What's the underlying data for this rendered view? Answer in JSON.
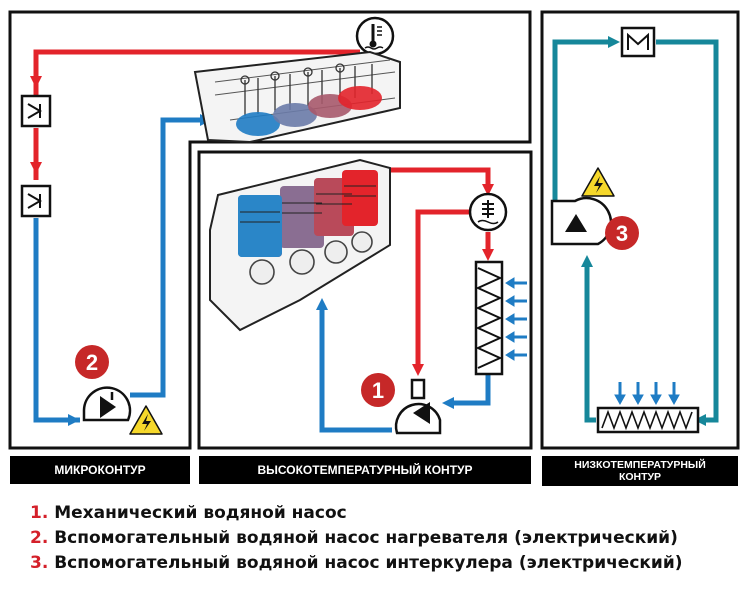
{
  "colors": {
    "hot": "#e3242b",
    "cold": "#1f7cc4",
    "teal": "#16879a",
    "frame": "#111111",
    "badge": "#c62828",
    "warn": "#f6d82b"
  },
  "sections": [
    {
      "id": "micro",
      "label": "МИКРОКОНТУР",
      "badge": "2"
    },
    {
      "id": "high",
      "label": "ВЫСОКОТЕМПЕРАТУРНЫЙ КОНТУР",
      "badge": "1"
    },
    {
      "id": "low",
      "label": "НИЗКОТЕМПЕРАТУРНЫЙ КОНТУР",
      "badge": "3"
    }
  ],
  "legend": [
    {
      "num": "1.",
      "text": "Механический водяной насос"
    },
    {
      "num": "2.",
      "text": "Вспомогательный водяной насос нагревателя (электрический)"
    },
    {
      "num": "3.",
      "text": "Вспомогательный водяной насос интеркулера (электрический)"
    }
  ],
  "icons": [
    "thermometer-icon",
    "heat-exchanger-icon",
    "pump-icon",
    "high-voltage-warning-icon",
    "radiator-icon",
    "thermostat-icon",
    "intercooler-icon",
    "airflow-arrows-icon"
  ]
}
